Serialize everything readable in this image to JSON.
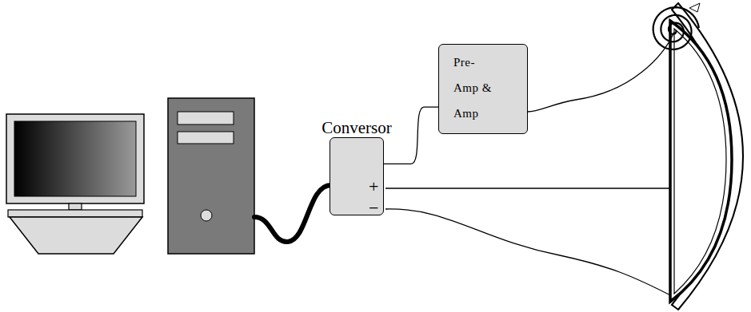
{
  "diagram": {
    "nodes": [
      {
        "text": [
          "Conversor"
        ]
      },
      {
        "text": [
          "Pre- Amp & Amp"
        ]
      }
    ],
    "edges": [
      {
        "from": 0,
        "to": 1,
        "arrow": "none"
      }
    ],
    "labels": [
      "+",
      "−"
    ]
  }
}
